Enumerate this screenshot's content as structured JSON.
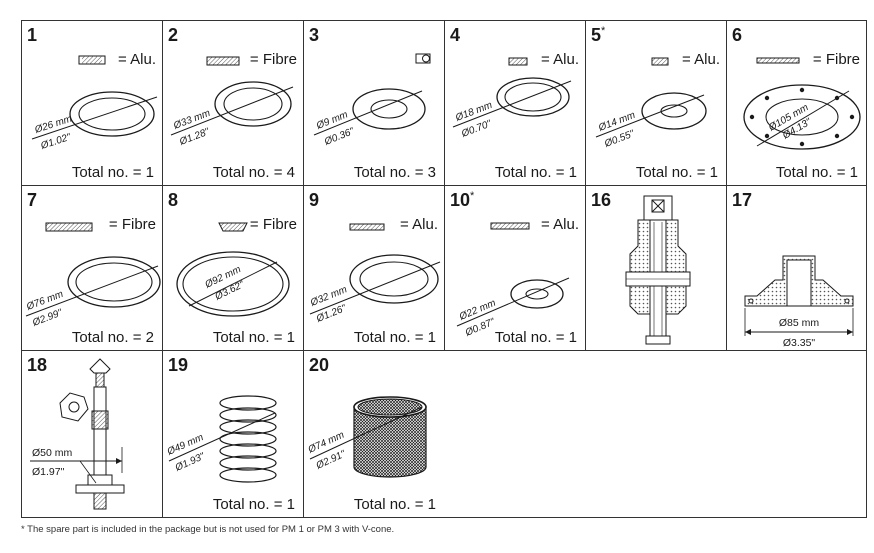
{
  "cells": [
    {
      "num": "1",
      "star": "",
      "material": "= Alu.",
      "total": "Total no. = 1",
      "dims": [
        "Ø26 mm",
        "Ø1.02\""
      ]
    },
    {
      "num": "2",
      "star": "",
      "material": "= Fibre",
      "total": "Total no. = 4",
      "dims": [
        "Ø33 mm",
        "Ø1.28\""
      ]
    },
    {
      "num": "3",
      "star": "",
      "material": "",
      "total": "Total no. = 3",
      "dims": [
        "Ø9 mm",
        "Ø0.36\""
      ]
    },
    {
      "num": "4",
      "star": "",
      "material": "= Alu.",
      "total": "Total no. = 1",
      "dims": [
        "Ø18 mm",
        "Ø0.70\""
      ]
    },
    {
      "num": "5",
      "star": "*",
      "material": "= Alu.",
      "total": "Total no. = 1",
      "dims": [
        "Ø14 mm",
        "Ø0.55\""
      ]
    },
    {
      "num": "6",
      "star": "",
      "material": "= Fibre",
      "total": "Total no. = 1",
      "dims": [
        "Ø105 mm",
        "Ø4.13\""
      ]
    },
    {
      "num": "7",
      "star": "",
      "material": "= Fibre",
      "total": "Total no. = 2",
      "dims": [
        "Ø76 mm",
        "Ø2.99\""
      ]
    },
    {
      "num": "8",
      "star": "",
      "material": "= Fibre",
      "total": "Total no. = 1",
      "dims": [
        "Ø92 mm",
        "Ø3.62\""
      ]
    },
    {
      "num": "9",
      "star": "",
      "material": "= Alu.",
      "total": "Total no. = 1",
      "dims": [
        "Ø32 mm",
        "Ø1.26\""
      ]
    },
    {
      "num": "10",
      "star": "*",
      "material": "= Alu.",
      "total": "Total no. = 1",
      "dims": [
        "Ø22 mm",
        "Ø0.87\""
      ]
    },
    {
      "num": "16",
      "star": "",
      "material": "",
      "total": "",
      "dims": []
    },
    {
      "num": "17",
      "star": "",
      "material": "",
      "total": "",
      "dims": [
        "Ø85 mm",
        "Ø3.35\""
      ]
    },
    {
      "num": "18",
      "star": "",
      "material": "",
      "total": "",
      "dims": [
        "Ø50 mm",
        "Ø1.97\""
      ]
    },
    {
      "num": "19",
      "star": "",
      "material": "",
      "total": "Total no. = 1",
      "dims": [
        "Ø49 mm",
        "Ø1.93\""
      ]
    },
    {
      "num": "20",
      "star": "",
      "material": "",
      "total": "Total no. = 1",
      "dims": [
        "Ø74 mm",
        "Ø2.91\""
      ]
    }
  ],
  "footnote": "* The spare part is included in the package but is not used for PM 1 or PM 3 with V-cone.",
  "colors": {
    "line": "#1a1a1a",
    "border": "#333333",
    "hatch": "#555555"
  }
}
